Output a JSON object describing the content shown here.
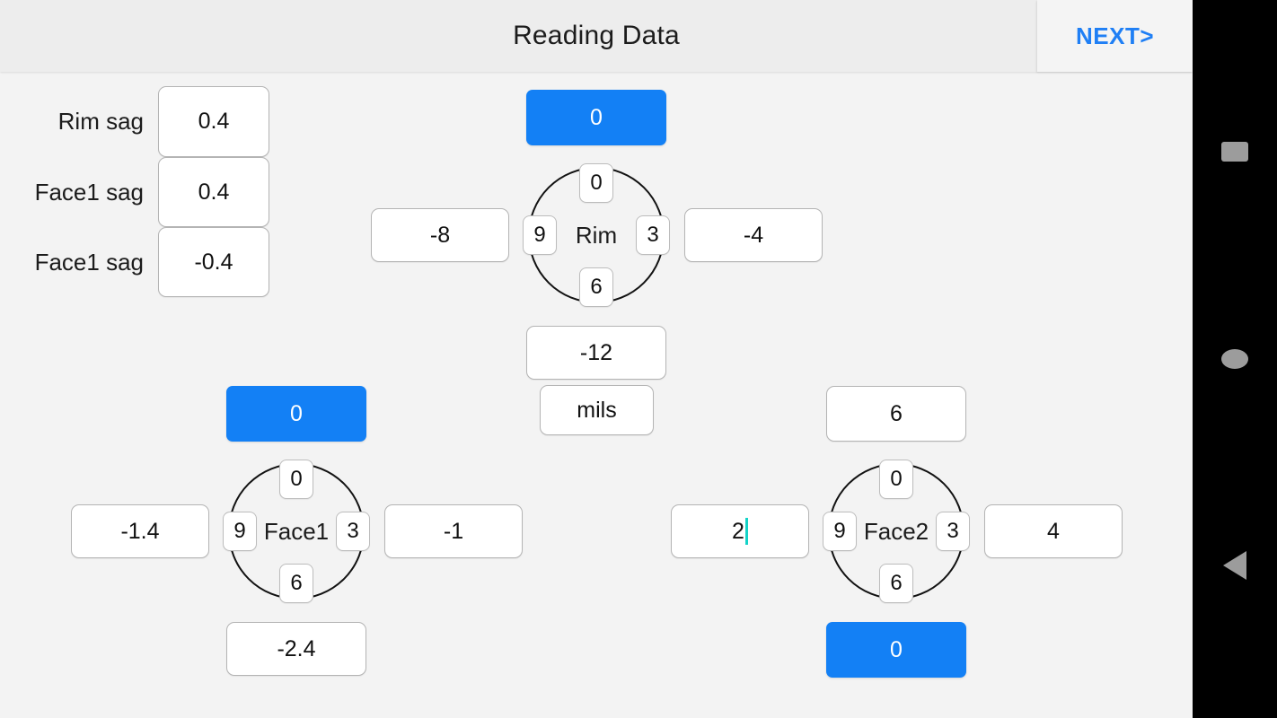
{
  "header": {
    "title": "Reading Data",
    "next_label": "NEXT>"
  },
  "sag_rows": [
    {
      "label": "Rim sag",
      "value": "0.4"
    },
    {
      "label": "Face1 sag",
      "value": "0.4"
    },
    {
      "label": "Face1 sag",
      "value": "-0.4"
    }
  ],
  "dials": [
    {
      "name": "Rim",
      "ticks": {
        "top": "0",
        "right": "3",
        "bottom": "6",
        "left": "9"
      },
      "top": {
        "value": "0",
        "style": "blue",
        "focused": false
      },
      "left": {
        "value": "-8",
        "style": "white",
        "focused": false
      },
      "right": {
        "value": "-4",
        "style": "white",
        "focused": false
      },
      "bottom": {
        "value": "-12",
        "style": "white",
        "focused": false
      },
      "unit": "mils"
    },
    {
      "name": "Face1",
      "ticks": {
        "top": "0",
        "right": "3",
        "bottom": "6",
        "left": "9"
      },
      "top": {
        "value": "0",
        "style": "blue",
        "focused": false
      },
      "left": {
        "value": "-1.4",
        "style": "white",
        "focused": false
      },
      "right": {
        "value": "-1",
        "style": "white",
        "focused": false
      },
      "bottom": {
        "value": "-2.4",
        "style": "white",
        "focused": false
      }
    },
    {
      "name": "Face2",
      "ticks": {
        "top": "0",
        "right": "3",
        "bottom": "6",
        "left": "9"
      },
      "top": {
        "value": "6",
        "style": "white",
        "focused": false
      },
      "left": {
        "value": "2",
        "style": "white",
        "focused": true
      },
      "right": {
        "value": "4",
        "style": "white",
        "focused": false
      },
      "bottom": {
        "value": "0",
        "style": "blue",
        "focused": false
      }
    }
  ],
  "navbar": {
    "recents": "square-icon",
    "home": "circle-icon",
    "back": "triangle-left-icon"
  },
  "colors": {
    "accent_blue": "#1380f5",
    "link_blue": "#1f7ff5",
    "caret_teal": "#13d3c8",
    "app_background": "#f3f3f3",
    "header_background": "#ededed",
    "navbar_background": "#000000",
    "nav_icon": "#9c9c9c"
  }
}
